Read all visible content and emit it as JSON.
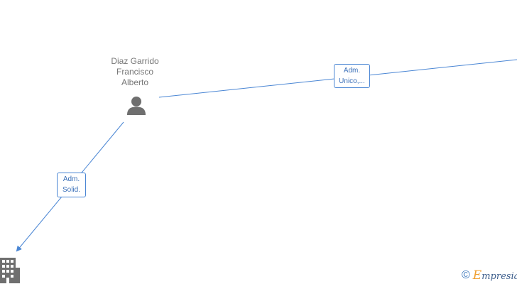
{
  "graph": {
    "person": {
      "name_lines": [
        "Diaz Garrido",
        "Francisco",
        "Alberto"
      ],
      "icon": "person-icon"
    },
    "company": {
      "icon": "building-icon"
    },
    "edges": [
      {
        "label_lines": [
          "Adm.",
          "Unico,..."
        ]
      },
      {
        "label_lines": [
          "Adm.",
          "Solid."
        ]
      }
    ]
  },
  "branding": {
    "copyright_symbol": "©",
    "initial": "E",
    "rest": "mpresia"
  },
  "colors": {
    "edge": "#4a86d4",
    "icon": "#6f6f6f",
    "text": "#777777",
    "brand_accent": "#f0a030"
  }
}
